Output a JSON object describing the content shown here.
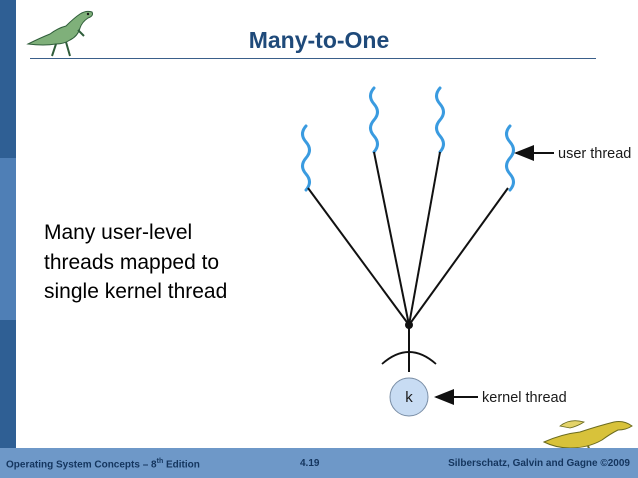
{
  "slide": {
    "title": "Many-to-One",
    "body_lines": [
      "Many user-level",
      "threads mapped to",
      "single kernel thread"
    ]
  },
  "diagram": {
    "user_thread_label": "user thread",
    "kernel_thread_label": "kernel thread",
    "kernel_node_label": "k"
  },
  "footer": {
    "left_prefix": "Operating System Concepts – 8",
    "left_sup": "th",
    "left_suffix": " Edition",
    "center": "4.19",
    "right": "Silberschatz, Galvin and Gagne ©2009"
  },
  "colors": {
    "title": "#1f4a7a",
    "thread_squiggle": "#3a9be0",
    "footer_bar": "#6e98c8",
    "left_bar": "#2f5f94"
  },
  "icons": [
    "dinosaur-logo-icon",
    "dinosaur-footer-icon"
  ]
}
